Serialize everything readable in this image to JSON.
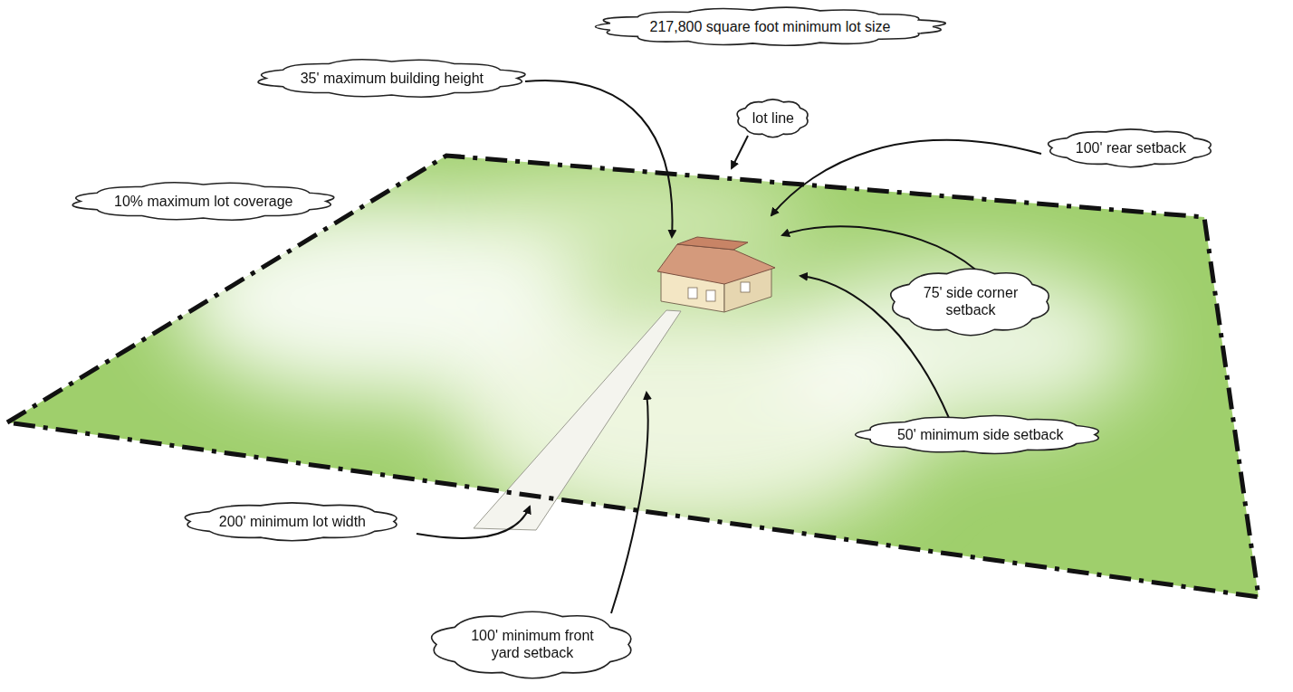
{
  "diagram": {
    "nodes": [
      {
        "text": [
          "217,800 square foot minimum lot size"
        ]
      },
      {
        "text": [
          "35' maximum building height"
        ]
      },
      {
        "text": [
          "lot line"
        ]
      },
      {
        "text": [
          "100' rear setback"
        ]
      },
      {
        "text": [
          "10% maximum lot coverage"
        ]
      },
      {
        "text": [
          "75' side corner setback"
        ]
      },
      {
        "text": [
          "50' minimum side setback"
        ]
      },
      {
        "text": [
          "200' minimum lot width"
        ]
      },
      {
        "text": [
          "100' minimum front yard setback"
        ]
      }
    ]
  }
}
